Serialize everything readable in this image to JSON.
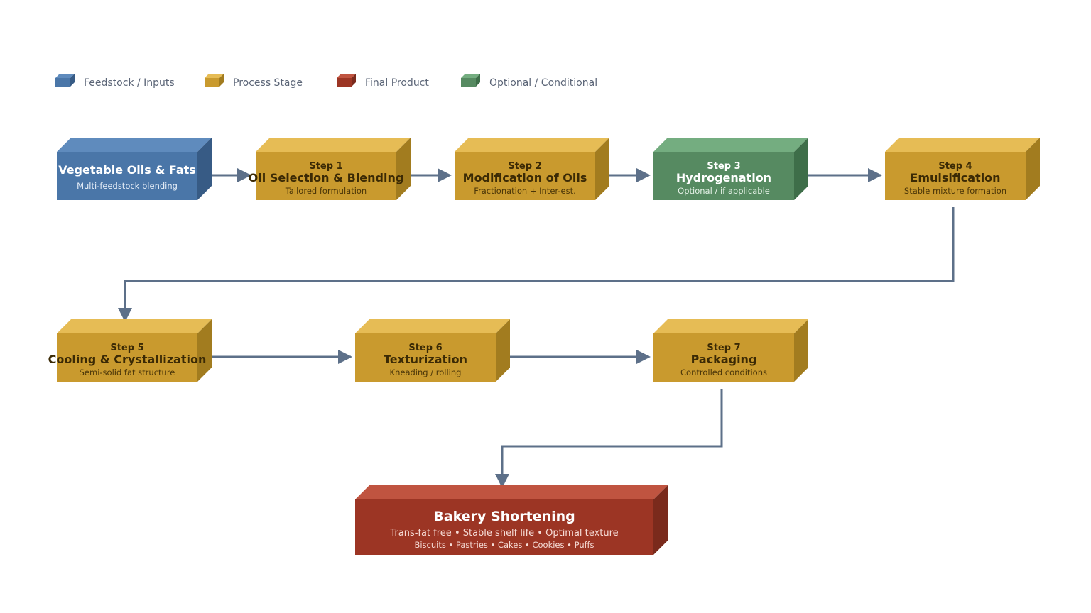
{
  "colors": {
    "feedstock": {
      "front": "#4a76a8",
      "top": "#5f8bbd",
      "side": "#375b85"
    },
    "process": {
      "front": "#c99a2e",
      "top": "#e6bc55",
      "side": "#a27c1f"
    },
    "final": {
      "front": "#9c3524",
      "top": "#c05440",
      "side": "#7a2a1c"
    },
    "optional": {
      "front": "#568a61",
      "top": "#74ad80",
      "side": "#3e6e49"
    },
    "connector": "#5d7089",
    "dark_text": "#3b2a05",
    "light_text": "#ffffff"
  },
  "legend": [
    {
      "label": "Feedstock / Inputs",
      "kind": "feedstock"
    },
    {
      "label": "Process Stage",
      "kind": "process"
    },
    {
      "label": "Final Product",
      "kind": "final"
    },
    {
      "label": "Optional / Conditional",
      "kind": "optional"
    }
  ],
  "nodes": {
    "feedstock": {
      "title": "Vegetable Oils & Fats",
      "subtitle": "Multi-feedstock blending"
    },
    "step1": {
      "step": "Step 1",
      "title": "Oil Selection & Blending",
      "subtitle": "Tailored formulation"
    },
    "step2": {
      "step": "Step 2",
      "title": "Modification of Oils",
      "subtitle": "Fractionation + Inter-est."
    },
    "step3": {
      "step": "Step 3",
      "title": "Hydrogenation",
      "subtitle": "Optional / if applicable"
    },
    "step4": {
      "step": "Step 4",
      "title": "Emulsification",
      "subtitle": "Stable mixture formation"
    },
    "step5": {
      "step": "Step 5",
      "title": "Cooling & Crystallization",
      "subtitle": "Semi-solid fat structure"
    },
    "step6": {
      "step": "Step 6",
      "title": "Texturization",
      "subtitle": "Kneading / rolling"
    },
    "step7": {
      "step": "Step 7",
      "title": "Packaging",
      "subtitle": "Controlled conditions"
    },
    "final": {
      "title": "Bakery Shortening",
      "subtitle": "Trans-fat free • Stable shelf life • Optimal texture",
      "uses": "Biscuits • Pastries • Cakes • Cookies • Puffs"
    }
  }
}
